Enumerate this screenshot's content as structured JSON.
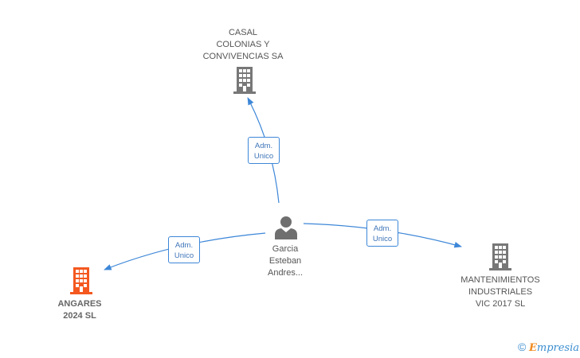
{
  "colors": {
    "edge": "#3d87d8",
    "building": "#777777",
    "building_highlight": "#f4581f",
    "person": "#6f6f6f"
  },
  "nodes": {
    "casal": {
      "lines": [
        "CASAL",
        "COLONIAS Y",
        "CONVIVENCIAS SA"
      ],
      "icon": "building-icon"
    },
    "mantenimientos": {
      "lines": [
        "MANTENIMIENTOS",
        "INDUSTRIALES",
        "VIC 2017  SL"
      ],
      "icon": "building-icon"
    },
    "angares": {
      "lines": [
        "ANGARES",
        "2024  SL"
      ],
      "icon": "building-icon"
    },
    "person": {
      "lines": [
        "Garcia",
        "Esteban",
        "Andres..."
      ],
      "icon": "person-icon"
    }
  },
  "edges": [
    {
      "label_lines": [
        "Adm.",
        "Unico"
      ]
    },
    {
      "label_lines": [
        "Adm.",
        "Unico"
      ]
    },
    {
      "label_lines": [
        "Adm.",
        "Unico"
      ]
    }
  ],
  "brand": {
    "copyright": "©",
    "first_letter": "E",
    "rest": "mpresia"
  }
}
